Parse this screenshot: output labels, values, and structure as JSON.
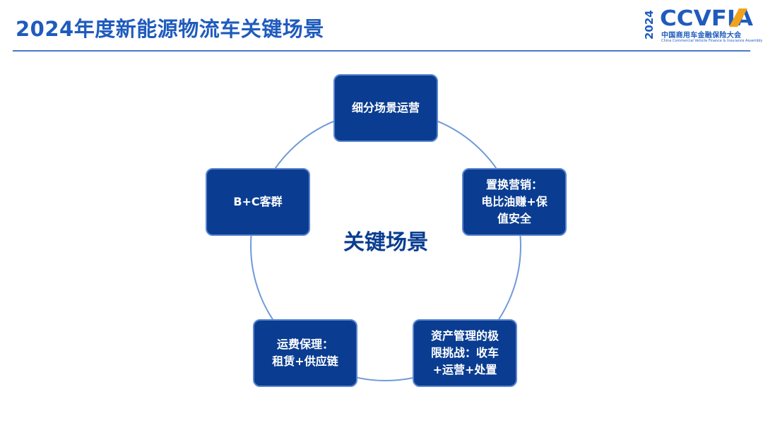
{
  "header": {
    "title": "2024年度新能源物流车关键场景"
  },
  "logo": {
    "year": "2024",
    "mark": "CCVFIA",
    "cn_name": "中国商用车金融保险大会",
    "en_name": "China Commercial Vehicle Finance & Insurance Assembly"
  },
  "diagram": {
    "center_label": "关键场景",
    "nodes": [
      {
        "label": "细分场景运营"
      },
      {
        "label": "置换营销：\n电比油赚+保\n值安全"
      },
      {
        "label": "资产管理的极\n限挑战：收车\n+运营+处置"
      },
      {
        "label": "运费保理：\n租赁+供应链"
      },
      {
        "label": "B+C客群"
      }
    ],
    "colors": {
      "node_fill": "#0a3d91",
      "node_border": "#5b86cf",
      "ring": "#6f9ad8",
      "title": "#1f5bbd"
    }
  }
}
